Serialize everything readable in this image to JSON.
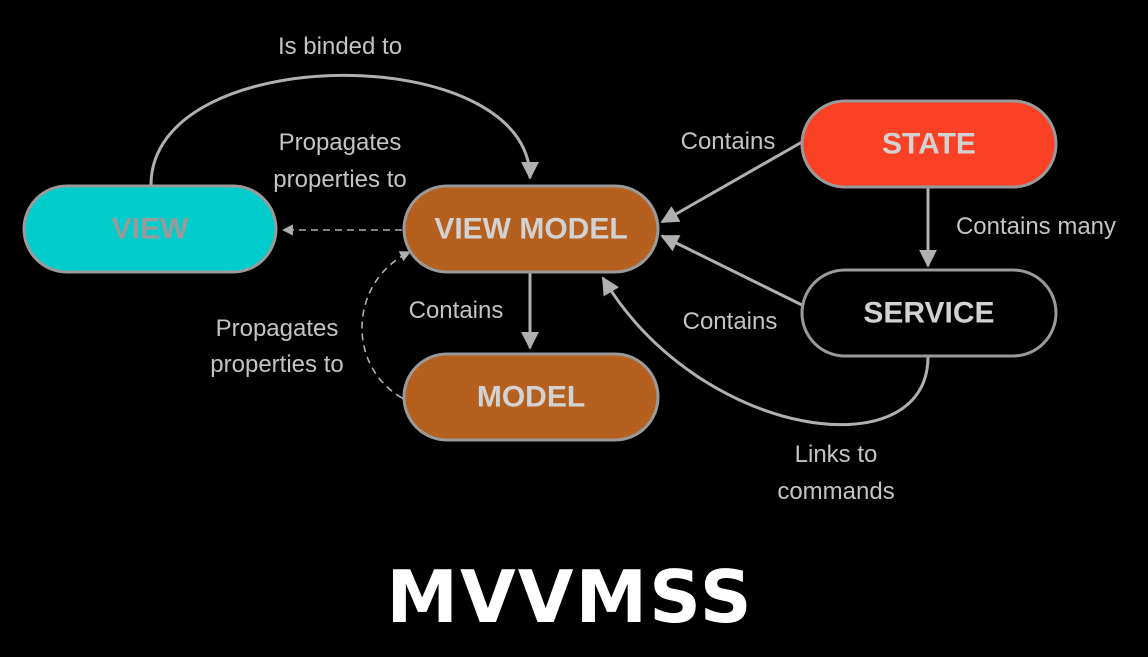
{
  "colors": {
    "background": "#000000",
    "view": "#00cccc",
    "view_model": "#b5601f",
    "model": "#b5601f",
    "state": "#fa4125",
    "service": "#000000",
    "node_border": "#9a9a9a",
    "arrow": "#b0b0b0",
    "edge_label": "#c4c4c4",
    "title": "#ffffff"
  },
  "nodes": {
    "view": {
      "label": "VIEW"
    },
    "view_model": {
      "label": "VIEW MODEL"
    },
    "model": {
      "label": "MODEL"
    },
    "state": {
      "label": "STATE"
    },
    "service": {
      "label": "SERVICE"
    }
  },
  "edges": {
    "view_to_vm": {
      "label": "Is binded to"
    },
    "vm_to_view": {
      "line1": "Propagates",
      "line2": "properties to"
    },
    "vm_to_model": {
      "label": "Contains"
    },
    "model_vm_propagate": {
      "line1": "Propagates",
      "line2": "properties to"
    },
    "state_to_vm": {
      "label": "Contains"
    },
    "state_to_service": {
      "label": "Contains many"
    },
    "service_to_vm": {
      "label": "Contains"
    },
    "service_links": {
      "line1": "Links to",
      "line2": "commands"
    }
  },
  "title": "MVVMSS"
}
